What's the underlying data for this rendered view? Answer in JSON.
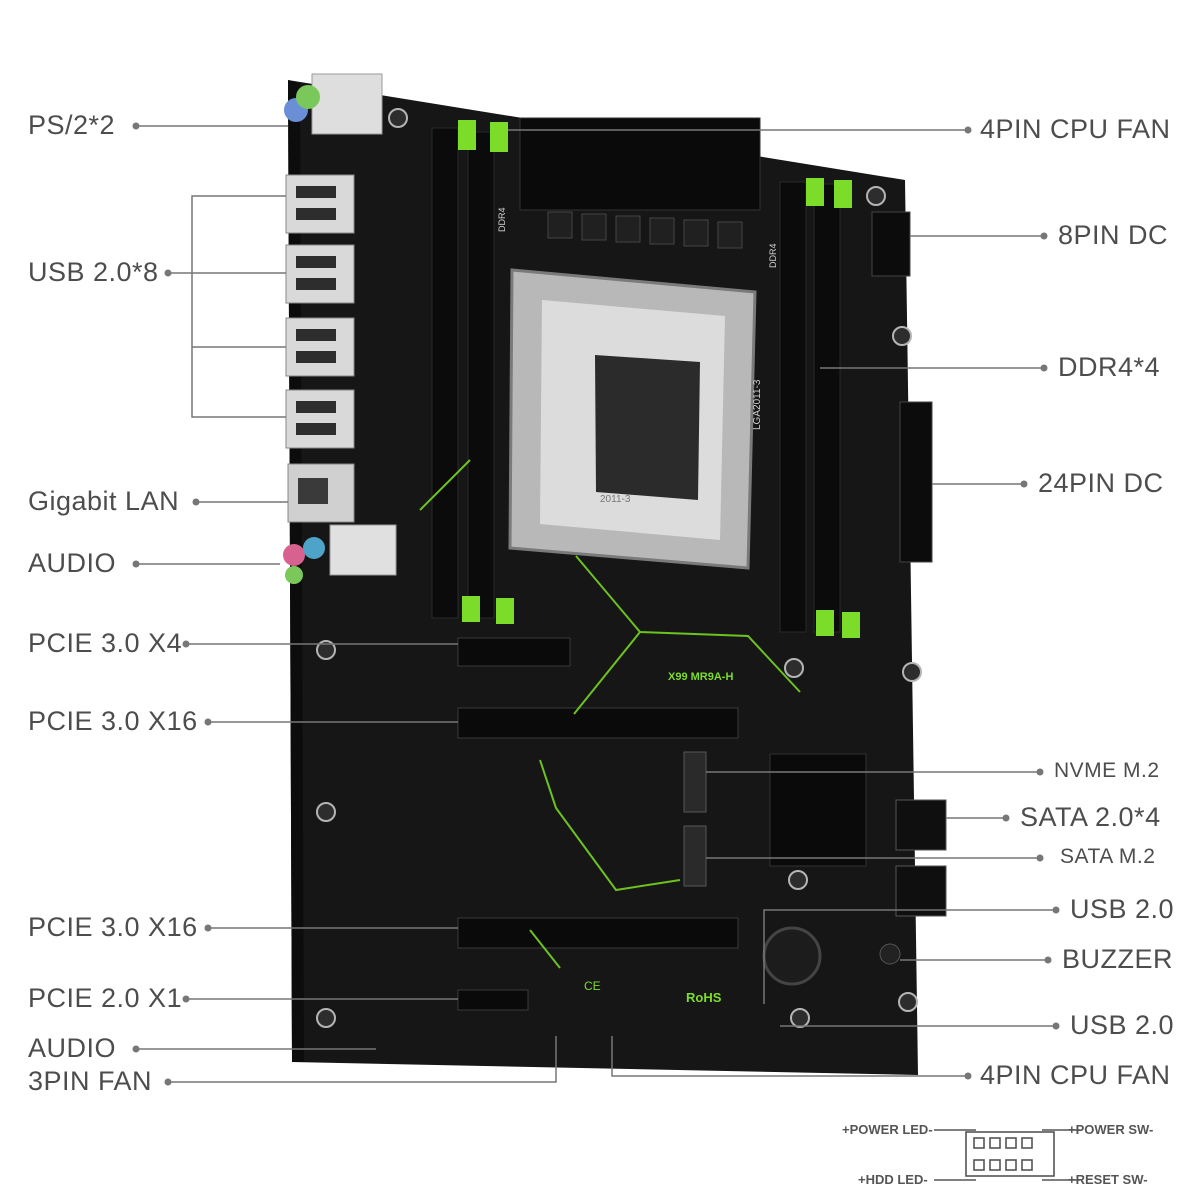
{
  "labels_left": [
    {
      "id": "ps2",
      "text": "PS/2*2"
    },
    {
      "id": "usb8",
      "text": "USB 2.0*8"
    },
    {
      "id": "lan",
      "text": "Gigabit LAN"
    },
    {
      "id": "audio_rear",
      "text": "AUDIO"
    },
    {
      "id": "pcie_x4",
      "text": "PCIE 3.0 X4"
    },
    {
      "id": "pcie_x16_a",
      "text": "PCIE 3.0 X16"
    },
    {
      "id": "pcie_x16_b",
      "text": "PCIE 3.0 X16"
    },
    {
      "id": "pcie_x1",
      "text": "PCIE 2.0 X1"
    },
    {
      "id": "audio_front",
      "text": "AUDIO"
    },
    {
      "id": "fan3",
      "text": "3PIN FAN"
    }
  ],
  "labels_right": [
    {
      "id": "cpu_fan_top",
      "text": "4PIN CPU FAN"
    },
    {
      "id": "dc8",
      "text": "8PIN DC"
    },
    {
      "id": "ddr4",
      "text": "DDR4*4"
    },
    {
      "id": "dc24",
      "text": "24PIN DC"
    },
    {
      "id": "nvme",
      "text": "NVME M.2"
    },
    {
      "id": "sata4",
      "text": "SATA 2.0*4"
    },
    {
      "id": "satam2",
      "text": "SATA M.2"
    },
    {
      "id": "usb_a",
      "text": "USB 2.0"
    },
    {
      "id": "buzzer",
      "text": "BUZZER"
    },
    {
      "id": "usb_b",
      "text": "USB 2.0"
    },
    {
      "id": "cpu_fan_bottom",
      "text": "4PIN CPU FAN"
    }
  ],
  "board": {
    "model": "X99  MR9A-H",
    "socket_label": "LGA2011-3",
    "mem_slot_label": "DDR4",
    "rohs": "RoHS",
    "ce": "CE",
    "socket_year": "2011-3",
    "accent": "#7cdc2a",
    "pcb": "#151515"
  },
  "front_panel": {
    "power_led": "+POWER LED-",
    "power_sw": "+POWER SW-",
    "hdd_led": "+HDD LED-",
    "reset_sw": "+RESET SW-"
  }
}
